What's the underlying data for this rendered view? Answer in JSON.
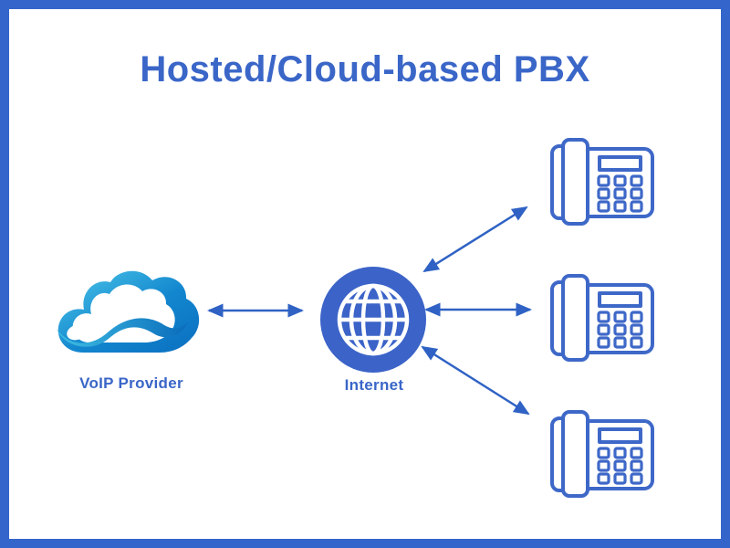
{
  "title": "Hosted/Cloud-based PBX",
  "nodes": {
    "provider": {
      "label": "VoIP Provider",
      "icon": "cloud-icon"
    },
    "internet": {
      "label": "Internet",
      "icon": "globe-icon"
    },
    "phones": [
      {
        "icon": "desk-phone-icon"
      },
      {
        "icon": "desk-phone-icon"
      },
      {
        "icon": "desk-phone-icon"
      }
    ]
  },
  "connections": [
    {
      "from": "voip-provider",
      "to": "internet",
      "type": "bidirectional-arrow"
    },
    {
      "from": "internet",
      "to": "phone-1",
      "type": "bidirectional-arrow"
    },
    {
      "from": "internet",
      "to": "phone-2",
      "type": "bidirectional-arrow"
    },
    {
      "from": "internet",
      "to": "phone-3",
      "type": "bidirectional-arrow"
    }
  ],
  "colors": {
    "frame_border": "#3365CB",
    "title_text": "#3A66C8",
    "label_text": "#3A66C8",
    "arrow": "#2F62C4",
    "globe_fill": "#3B63C8",
    "phone_outline": "#3E68C8",
    "cloud_gradient_start": "#4FC9EA",
    "cloud_gradient_end": "#0B6FC0",
    "background": "#FFFFFF"
  }
}
